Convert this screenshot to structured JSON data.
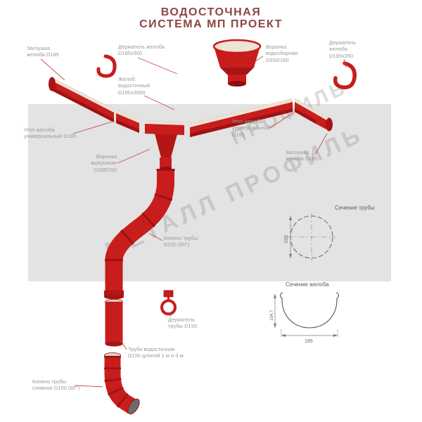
{
  "title": {
    "line1": "ВОДОСТОЧНАЯ",
    "line2": "СИСТЕМА МП ПРОЕКТ"
  },
  "watermarks": {
    "primary": "МЕТАЛЛ ПРОФИЛЬ",
    "secondary": "ПРОФИЛЬ"
  },
  "labels": {
    "end_cap_left": "Заглушка\nжелоба D185",
    "gutter_holder_300": "Держатель желоба\nD185х300",
    "collect_funnel": "Воронка\nводосборная\nD350/150",
    "gutter_holder_350": "Держатель\nжелоба\nD185х350",
    "gutter": "Желоб\nводосточный\nD185х3000",
    "corner_left": "Угол желоба\nуниверсальный D185",
    "corner_right": "Угол желоба\nуниверсальный\nD185",
    "end_cap_right": "Заглушка\nжелоба D185",
    "outlet_funnel": "Воронка\nвыпускная\nD185/150",
    "elbow": "Колено трубы\nD150 (60°)",
    "pipe_holder": "Держатель\nтрубы D150",
    "downpipe": "Труба водосточная\nD150 длиной 1 м и 3 м",
    "drain_elbow": "Колено трубы\nсливное D150 (60°)"
  },
  "sections": {
    "pipe": "Сечение трубы",
    "gutter": "Сечение желоба"
  },
  "dimensions": {
    "pipe_diameter": "150",
    "gutter_height": "104,7",
    "gutter_width": "185"
  },
  "colors": {
    "component_red": "#c81d1d",
    "component_dark_red": "#9e1212",
    "cream_inner": "#ece4d4",
    "leader_red": "#cc4a4a",
    "title_color": "#8d4642",
    "label_gray": "#9a9a9a",
    "band_gray": "#e3e3e3"
  }
}
